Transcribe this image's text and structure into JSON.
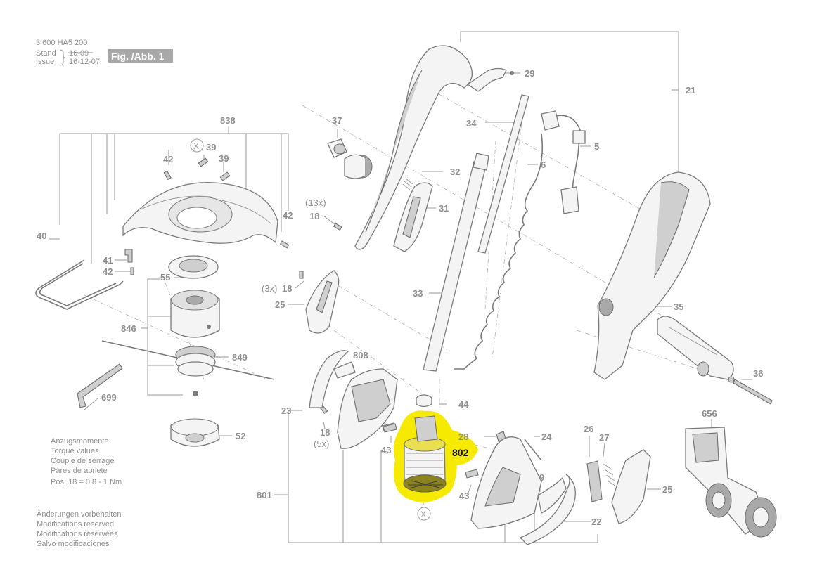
{
  "header": {
    "part_number": "3 600 HA5 200",
    "stand_label": "Stand",
    "issue_label": "Issue",
    "stand_date": "16-09",
    "issue_date": "16-12-07",
    "figure_label": "Fig. /Abb. 1"
  },
  "torque_note": {
    "lines": [
      "Anzugsmomente",
      "Torque values",
      "Couple de serrage",
      "Pares de apriete",
      "Pos.   18 = 0,8 - 1 Nm"
    ]
  },
  "modifications_note": {
    "lines": [
      "Änderungen vorbehalten",
      "Modifications reserved",
      "Modifications réservées",
      "Salvo modificaciones"
    ]
  },
  "labels": {
    "p838": "838",
    "p42a": "42",
    "p39a": "39",
    "p39b": "39",
    "p42b": "42",
    "p40": "40",
    "p41": "41",
    "p42c": "42",
    "p55": "55",
    "p846": "846",
    "p849": "849",
    "p699": "699",
    "p52": "52",
    "p37": "37",
    "p29": "29",
    "p21": "21",
    "p34": "34",
    "p5": "5",
    "p6": "6",
    "p32": "32",
    "p31": "31",
    "p13x": "(13x)",
    "p18a": "18",
    "p3x": "(3x)",
    "p18b": "18",
    "p25a": "25",
    "p33": "33",
    "p35": "35",
    "p808": "808",
    "p44": "44",
    "p36": "36",
    "p656": "656",
    "p23": "23",
    "p18c": "18",
    "p5x": "(5x)",
    "p43a": "43",
    "p28": "28",
    "p24": "24",
    "p26": "26",
    "p27": "27",
    "p802": "802",
    "p43b": "43",
    "p9": "9",
    "p25b": "25",
    "p801": "801",
    "p22": "22"
  },
  "symbols": {
    "x_mark": "X"
  },
  "colors": {
    "highlight": "#f5ea00",
    "line": "#9a9a9a",
    "label": "#8f8f8f",
    "figure_badge": "#a8a8a8"
  }
}
